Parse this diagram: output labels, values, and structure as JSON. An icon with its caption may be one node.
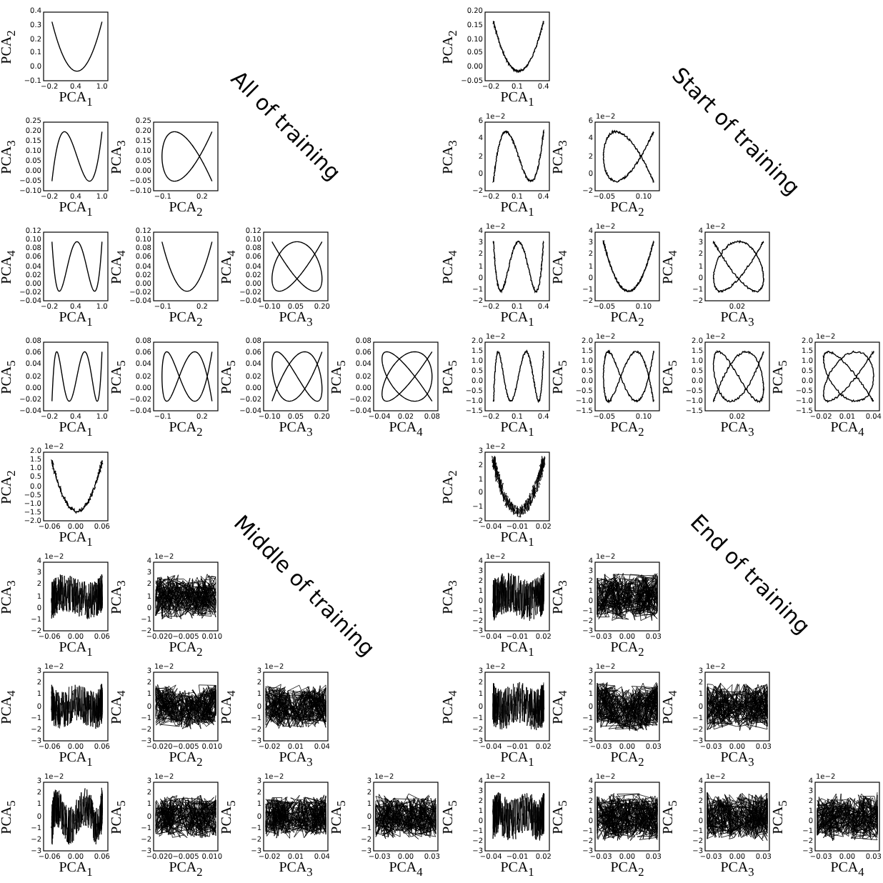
{
  "diagram": {
    "nodes": [
      {
        "text": [
          "PCA$_{2}$",
          "PCA$_{1}$",
          "−0.1",
          "0.0",
          "0.1",
          "0.2",
          "0.3",
          "0.4",
          "−0.2",
          "0.4",
          "1.0"
        ]
      },
      {
        "text": [
          "PCA$_{3}$",
          "PCA$_{1}$",
          "−0.10",
          "−0.05",
          "0.00",
          "0.05",
          "0.10",
          "0.15",
          "0.20",
          "0.25",
          "−0.2",
          "0.4",
          "1.0"
        ]
      },
      {
        "text": [
          "PCA$_{3}$",
          "PCA$_{2}$",
          "−0.10",
          "−0.05",
          "0.00",
          "0.05",
          "0.10",
          "0.15",
          "0.20",
          "0.25",
          "−0.1",
          "0.2"
        ]
      },
      {
        "text": [
          "PCA$_{4}$",
          "PCA$_{1}$",
          "−0.04",
          "−0.02",
          "0.00",
          "0.02",
          "0.04",
          "0.06",
          "0.08",
          "0.10",
          "0.12",
          "−0.2",
          "0.4",
          "1.0"
        ]
      },
      {
        "text": [
          "PCA$_{4}$",
          "PCA$_{2}$",
          "−0.04",
          "−0.02",
          "0.00",
          "0.02",
          "0.04",
          "0.06",
          "0.08",
          "0.10",
          "0.12",
          "−0.1",
          "0.2"
        ]
      },
      {
        "text": [
          "PCA$_{4}$",
          "PCA$_{3}$",
          "−0.04",
          "−0.02",
          "0.00",
          "0.02",
          "0.04",
          "0.06",
          "0.08",
          "0.10",
          "0.12",
          "−0.10",
          "0.05",
          "0.20"
        ]
      },
      {
        "text": [
          "PCA$_{5}$",
          "PCA$_{1}$",
          "−0.04",
          "−0.02",
          "0.00",
          "0.02",
          "0.04",
          "0.06",
          "0.08",
          "−0.2",
          "0.4",
          "1.0"
        ]
      },
      {
        "text": [
          "PCA$_{5}$",
          "PCA$_{2}$",
          "−0.04",
          "−0.02",
          "0.00",
          "0.02",
          "0.04",
          "0.06",
          "0.08",
          "−0.1",
          "0.2"
        ]
      },
      {
        "text": [
          "PCA$_{5}$",
          "PCA$_{3}$",
          "−0.04",
          "−0.02",
          "0.00",
          "0.02",
          "0.04",
          "0.06",
          "0.08",
          "−0.10",
          "0.05",
          "0.20"
        ]
      },
      {
        "text": [
          "PCA$_{5}$",
          "PCA$_{4}$",
          "−0.04",
          "−0.02",
          "0.00",
          "0.02",
          "0.04",
          "0.06",
          "0.08",
          "−0.04",
          "0.02",
          "0.08"
        ]
      },
      {
        "text": [
          "PCA$_{2}$",
          "PCA$_{1}$",
          "−0.05",
          "0.00",
          "0.05",
          "0.10",
          "0.15",
          "0.20",
          "−0.2",
          "0.1",
          "0.4"
        ]
      },
      {
        "text": [
          "PCA$_{3}$",
          "PCA$_{1}$",
          "−2",
          "0",
          "2",
          "4",
          "6",
          "−0.2",
          "0.1",
          "0.4",
          "1e−2"
        ]
      },
      {
        "text": [
          "PCA$_{3}$",
          "PCA$_{2}$",
          "−2",
          "0",
          "2",
          "4",
          "6",
          "−0.05",
          "0.10",
          "1e−2"
        ]
      },
      {
        "text": [
          "PCA$_{4}$",
          "PCA$_{1}$",
          "−2",
          "−1",
          "0",
          "1",
          "2",
          "3",
          "4",
          "−0.2",
          "0.1",
          "0.4",
          "1e−2"
        ]
      },
      {
        "text": [
          "PCA$_{4}$",
          "PCA$_{2}$",
          "−2",
          "−1",
          "0",
          "1",
          "2",
          "3",
          "4",
          "−0.05",
          "0.10",
          "1e−2"
        ]
      },
      {
        "text": [
          "PCA$_{4}$",
          "PCA$_{3}$",
          "−2",
          "−1",
          "0",
          "1",
          "2",
          "3",
          "4",
          "0.02",
          "1e−2"
        ]
      },
      {
        "text": [
          "PCA$_{5}$",
          "PCA$_{1}$",
          "−1.5",
          "−1.0",
          "−0.5",
          "0.0",
          "0.5",
          "1.0",
          "1.5",
          "2.0",
          "−0.2",
          "0.1",
          "0.4",
          "1e−2"
        ]
      },
      {
        "text": [
          "PCA$_{5}$",
          "PCA$_{2}$",
          "−1.5",
          "−1.0",
          "−0.5",
          "0.0",
          "0.5",
          "1.0",
          "1.5",
          "2.0",
          "−0.05",
          "0.10",
          "1e−2"
        ]
      },
      {
        "text": [
          "PCA$_{5}$",
          "PCA$_{3}$",
          "−1.5",
          "−1.0",
          "−0.5",
          "0.0",
          "0.5",
          "1.0",
          "1.5",
          "2.0",
          "0.02",
          "1e−2"
        ]
      },
      {
        "text": [
          "PCA$_{5}$",
          "PCA$_{4}$",
          "−1.5",
          "−1.0",
          "−0.5",
          "0.0",
          "0.5",
          "1.0",
          "1.5",
          "2.0",
          "−0.02",
          "0.01",
          "0.04",
          "1e−2"
        ]
      },
      {
        "text": [
          "PCA$_{2}$",
          "PCA$_{1}$",
          "−2.0",
          "−1.5",
          "−1.0",
          "−0.5",
          "0.0",
          "0.5",
          "1.0",
          "1.5",
          "2.0",
          "−0.06",
          "0.00",
          "0.06",
          "1e−2"
        ]
      },
      {
        "text": [
          "PCA$_{3}$",
          "PCA$_{1}$",
          "−2",
          "−1",
          "0",
          "1",
          "2",
          "3",
          "4",
          "−0.06",
          "0.00",
          "0.06",
          "1e−2"
        ]
      },
      {
        "text": [
          "PCA$_{3}$",
          "PCA$_{2}$",
          "−2",
          "−1",
          "0",
          "1",
          "2",
          "3",
          "4",
          "−0.020",
          "−0.005",
          "0.010",
          "1e−2"
        ]
      },
      {
        "text": [
          "PCA$_{4}$",
          "PCA$_{1}$",
          "−3",
          "−2",
          "−1",
          "0",
          "1",
          "2",
          "3",
          "−0.06",
          "0.00",
          "0.06",
          "1e−2"
        ]
      },
      {
        "text": [
          "PCA$_{4}$",
          "PCA$_{2}$",
          "−3",
          "−2",
          "−1",
          "0",
          "1",
          "2",
          "3",
          "−0.020",
          "−0.005",
          "0.010",
          "1e−2"
        ]
      },
      {
        "text": [
          "PCA$_{4}$",
          "PCA$_{3}$",
          "−3",
          "−2",
          "−1",
          "0",
          "1",
          "2",
          "3",
          "−0.02",
          "0.01",
          "0.04",
          "1e−2"
        ]
      },
      {
        "text": [
          "PCA$_{5}$",
          "PCA$_{1}$",
          "−3",
          "−2",
          "−1",
          "0",
          "1",
          "2",
          "3",
          "−0.06",
          "0.00",
          "0.06",
          "1e−2"
        ]
      },
      {
        "text": [
          "PCA$_{5}$",
          "PCA$_{2}$",
          "−3",
          "−2",
          "−1",
          "0",
          "1",
          "2",
          "3",
          "−0.020",
          "−0.005",
          "0.010",
          "1e−2"
        ]
      },
      {
        "text": [
          "PCA$_{5}$",
          "PCA$_{3}$",
          "−3",
          "−2",
          "−1",
          "0",
          "1",
          "2",
          "3",
          "−0.02",
          "0.01",
          "0.04",
          "1e−2"
        ]
      },
      {
        "text": [
          "PCA$_{5}$",
          "PCA$_{4}$",
          "−3",
          "−2",
          "−1",
          "0",
          "1",
          "2",
          "3",
          "−0.03",
          "0.00",
          "0.03",
          "1e−2"
        ]
      },
      {
        "text": [
          "PCA$_{2}$",
          "PCA$_{1}$",
          "−2",
          "−1",
          "0",
          "1",
          "2",
          "3",
          "−0.04",
          "−0.01",
          "0.02",
          "1e−2"
        ]
      },
      {
        "text": [
          "PCA$_{3}$",
          "PCA$_{1}$",
          "−3",
          "−2",
          "−1",
          "0",
          "1",
          "2",
          "3",
          "4",
          "−0.04",
          "−0.01",
          "0.02",
          "1e−2"
        ]
      },
      {
        "text": [
          "PCA$_{3}$",
          "PCA$_{2}$",
          "−3",
          "−2",
          "−1",
          "0",
          "1",
          "2",
          "3",
          "4",
          "−0.03",
          "0.00",
          "0.03",
          "1e−2"
        ]
      },
      {
        "text": [
          "PCA$_{4}$",
          "PCA$_{1}$",
          "−3",
          "−2",
          "−1",
          "0",
          "1",
          "2",
          "3",
          "−0.04",
          "−0.01",
          "0.02",
          "1e−2"
        ]
      },
      {
        "text": [
          "PCA$_{4}$",
          "PCA$_{2}$",
          "−3",
          "−2",
          "−1",
          "0",
          "1",
          "2",
          "3",
          "−0.03",
          "0.00",
          "0.03",
          "1e−2"
        ]
      },
      {
        "text": [
          "PCA$_{4}$",
          "PCA$_{3}$",
          "−3",
          "−2",
          "−1",
          "0",
          "1",
          "2",
          "3",
          "−0.03",
          "0.00",
          "0.03",
          "1e−2"
        ]
      },
      {
        "text": [
          "PCA$_{5}$",
          "PCA$_{1}$",
          "−3",
          "−2",
          "−1",
          "0",
          "1",
          "2",
          "3",
          "4",
          "−0.04",
          "−0.01",
          "0.02",
          "1e−2"
        ]
      },
      {
        "text": [
          "PCA$_{5}$",
          "PCA$_{2}$",
          "−3",
          "−2",
          "−1",
          "0",
          "1",
          "2",
          "3",
          "4",
          "−0.03",
          "0.00",
          "0.03",
          "1e−2"
        ]
      },
      {
        "text": [
          "PCA$_{5}$",
          "PCA$_{3}$",
          "−3",
          "−2",
          "−1",
          "0",
          "1",
          "2",
          "3",
          "4",
          "−0.03",
          "0.00",
          "0.03",
          "1e−2"
        ]
      },
      {
        "text": [
          "PCA$_{5}$",
          "PCA$_{4}$",
          "−3",
          "−2",
          "−1",
          "0",
          "1",
          "2",
          "3",
          "4",
          "−0.03",
          "0.00",
          "0.03",
          "1e−2"
        ]
      }
    ],
    "labels": [
      "All of training",
      "Start of training",
      "Middle of training",
      "End of training"
    ]
  }
}
